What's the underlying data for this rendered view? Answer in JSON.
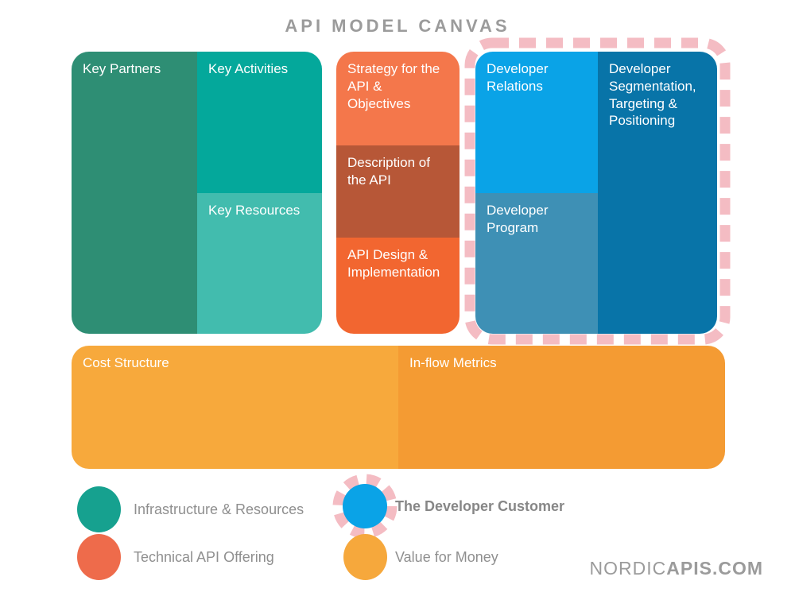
{
  "title": "API MODEL CANVAS",
  "colors": {
    "background": "#FFFFFF",
    "title_text": "#9B9B9B",
    "legend_text": "#8F8F8F",
    "legend_text_bold": "#878787",
    "block_text": "#FFFFFF",
    "highlight_dash": "#F4BCC3"
  },
  "blocks": {
    "key_partners": {
      "label": "Key Partners",
      "color": "#2E8E74"
    },
    "key_activities": {
      "label": "Key Activities",
      "color": "#04A89B"
    },
    "key_resources": {
      "label": "Key Resources",
      "color": "#42BCAE"
    },
    "strategy": {
      "label": "Strategy for the API & Objectives",
      "color": "#F4774B"
    },
    "description": {
      "label": "Description of the API",
      "color": "#B75737"
    },
    "api_design": {
      "label": "API Design & Implementation",
      "color": "#F26630"
    },
    "developer_relations": {
      "label": "Developer Relations",
      "color": "#0AA3E7"
    },
    "developer_segmentation": {
      "label": "Developer Segmentation, Targeting & Positioning",
      "color": "#0874A8"
    },
    "developer_program": {
      "label": "Developer Program",
      "color": "#3E90B5"
    },
    "cost_structure": {
      "label": "Cost Structure",
      "color": "#F7A93C"
    },
    "inflow_metrics": {
      "label": "In-flow Metrics",
      "color": "#F49B33"
    }
  },
  "highlight": {
    "dash_color": "#F4BCC3"
  },
  "legend": {
    "0": {
      "label": "Infrastructure & Resources",
      "color": "#16A18F"
    },
    "1": {
      "label": "Technical API Offering",
      "color": "#EE6B4B"
    },
    "2": {
      "label": "The Developer Customer",
      "color": "#0AA3E7"
    },
    "3": {
      "label": "Value for Money",
      "color": "#F6A83C"
    }
  },
  "footer": {
    "brand_regular": "NORDIC",
    "brand_bold": "APIS.COM"
  }
}
